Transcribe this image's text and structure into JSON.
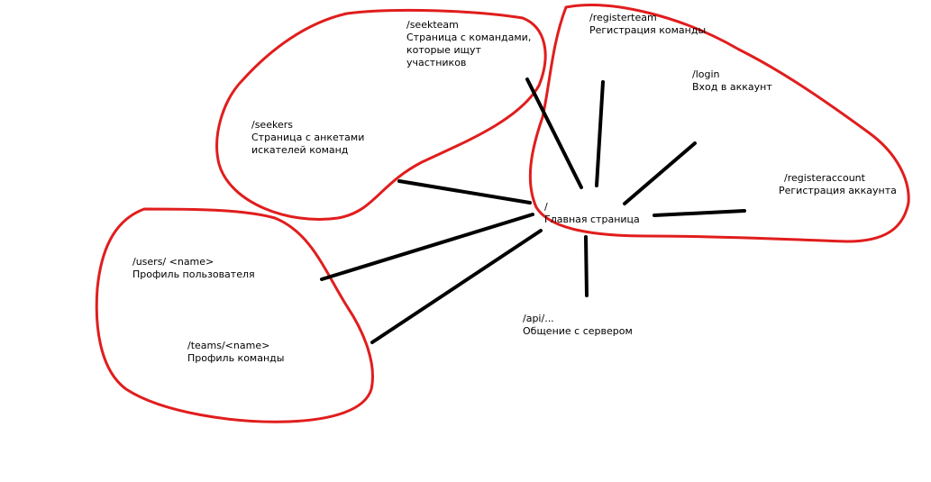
{
  "colors": {
    "background": "#ffffff",
    "blob_outline": "#e11d1d",
    "connector": "#000000",
    "text": "#000000"
  },
  "center": {
    "route": "/",
    "title": "Главная страница"
  },
  "nodes": {
    "seekteam": {
      "route": "/seekteam",
      "lines": [
        "Страница с командами,",
        "которые ищут",
        "участников"
      ]
    },
    "seekers": {
      "route": "/seekers",
      "lines": [
        "Страница с анкетами",
        "искателей команд"
      ]
    },
    "registerteam": {
      "route": "/registerteam",
      "lines": [
        "Регистрация команды"
      ]
    },
    "login": {
      "route": "/login",
      "lines": [
        "Вход в аккаунт"
      ]
    },
    "registeraccount": {
      "route": "/registeraccount",
      "lines": [
        "Регистрация аккаунта"
      ]
    },
    "users": {
      "route": "/users/ <name>",
      "lines": [
        "Профиль пользователя"
      ]
    },
    "teams": {
      "route": "/teams/<name>",
      "lines": [
        "Профиль команды"
      ]
    },
    "api": {
      "route": "/api/...",
      "lines": [
        "Общение с сервером"
      ]
    }
  }
}
